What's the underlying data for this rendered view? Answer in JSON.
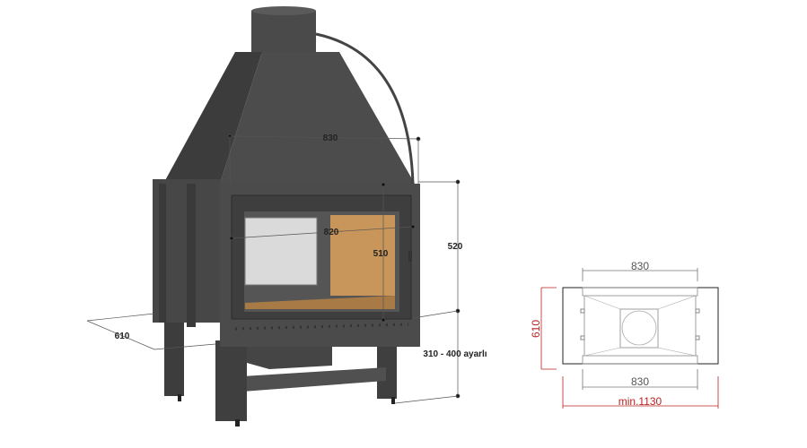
{
  "perspective_view": {
    "dimensions": {
      "hood_width": "830",
      "glass_width": "820",
      "glass_height": "510",
      "body_height": "520",
      "depth": "610",
      "leg_height": "310 - 400 ayarlı"
    }
  },
  "plan_view": {
    "dimensions": {
      "top_width": "830",
      "bottom_width": "830",
      "depth": "610",
      "min_width": "min.1130"
    }
  },
  "colors": {
    "steel": "#4a4a4a",
    "steel_dark": "#3a3a3a",
    "firebrick": "#c8955a",
    "glass": "#d8d8d8",
    "plan_dim_red": "#b22222"
  }
}
